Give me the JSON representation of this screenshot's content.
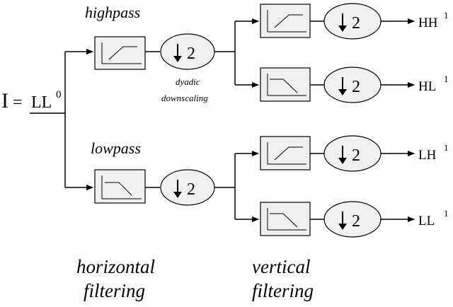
{
  "input": {
    "symbol": "I",
    "equals": "=",
    "name": "LL",
    "superscript": "0"
  },
  "stage1": {
    "highpass_label": "highpass",
    "lowpass_label": "lowpass",
    "downsample_factor": "2",
    "downscaling_label_line1": "dyadic",
    "downscaling_label_line2": "downscaling"
  },
  "stage2": {
    "downsample_factor": "2"
  },
  "outputs": [
    {
      "name": "HH",
      "superscript": "1"
    },
    {
      "name": "HL",
      "superscript": "1"
    },
    {
      "name": "LH",
      "superscript": "1"
    },
    {
      "name": "LL",
      "superscript": "1"
    }
  ],
  "captions": {
    "horizontal_line1": "horizontal",
    "horizontal_line2": "filtering",
    "vertical_line1": "vertical",
    "vertical_line2": "filtering"
  },
  "icons": {
    "downsample": "down-arrow-icon",
    "highpass_response": "highpass-response-icon",
    "lowpass_response": "lowpass-response-icon"
  }
}
